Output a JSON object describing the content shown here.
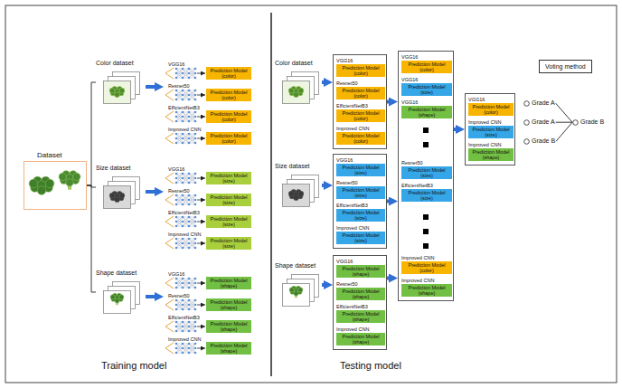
{
  "diagram": {
    "nodes": [
      {
        "text": [
          "Dataset"
        ]
      },
      {
        "text": [
          "Color dataset"
        ]
      },
      {
        "text": [
          "Prediction Model (color)"
        ]
      },
      {
        "text": [
          "Prediction Model (color)"
        ]
      },
      {
        "text": [
          "Prediction Model (color)"
        ]
      },
      {
        "text": [
          "Prediction Model (color)"
        ]
      },
      {
        "text": [
          "Size dataset"
        ]
      },
      {
        "text": [
          "Prediction Model (size)"
        ]
      },
      {
        "text": [
          "Prediction Model (size)"
        ]
      },
      {
        "text": [
          "Prediction Model (size)"
        ]
      },
      {
        "text": [
          "Prediction Model (size)"
        ]
      },
      {
        "text": [
          "Shape dataset"
        ]
      },
      {
        "text": [
          "Prediction Model (shape)"
        ]
      },
      {
        "text": [
          "Prediction Model (shape)"
        ]
      },
      {
        "text": [
          "Prediction Model (shape)"
        ]
      },
      {
        "text": [
          "Prediction Model (shape)"
        ]
      },
      {
        "text": [
          "Color dataset"
        ]
      },
      {
        "text": [
          "VGG16",
          "Resnet50",
          "EfficientNetB3",
          "Improved CNN"
        ]
      },
      {
        "text": [
          "Prediction Model (color)"
        ],
        "in": 17
      },
      {
        "text": [
          "Prediction Model (color)"
        ],
        "in": 17
      },
      {
        "text": [
          "Prediction Model (color)"
        ],
        "in": 17
      },
      {
        "text": [
          "Prediction Model (color)"
        ],
        "in": 17
      },
      {
        "text": [
          "Size dataset"
        ]
      },
      {
        "text": [
          "VGG16",
          "Resnet50",
          "EfficientNetB3",
          "Improved CNN"
        ]
      },
      {
        "text": [
          "Prediction Model (size)"
        ],
        "in": 23
      },
      {
        "text": [
          "Prediction Model (size)"
        ],
        "in": 23
      },
      {
        "text": [
          "Prediction Model (size)"
        ],
        "in": 23
      },
      {
        "text": [
          "Prediction Model (size)"
        ],
        "in": 23
      },
      {
        "text": [
          "Shape dataset"
        ]
      },
      {
        "text": [
          "VGG16",
          "Resnet50",
          "EfficientNetB3",
          "Improved CNN"
        ]
      },
      {
        "text": [
          "Prediction Model (shape)"
        ],
        "in": 29
      },
      {
        "text": [
          "Prediction Model (shape)"
        ],
        "in": 29
      },
      {
        "text": [
          "Prediction Model (shape)"
        ],
        "in": 29
      },
      {
        "text": [
          "Prediction Model (shape)"
        ],
        "in": 29
      },
      {
        "text": [
          "VGG16",
          "VGG16",
          "VGG16",
          "Resnet50",
          "EfficientNetB3",
          "Improved CNN",
          "Improved CNN"
        ]
      },
      {
        "text": [
          "Prediction Model (color)"
        ],
        "in": 34
      },
      {
        "text": [
          "Prediction Model (size)"
        ],
        "in": 34
      },
      {
        "text": [
          "Prediction Model (shape)"
        ],
        "in": 34
      },
      {
        "text": [
          "Prediction Model (size)"
        ],
        "in": 34
      },
      {
        "text": [
          "Prediction Model (size)"
        ],
        "in": 34
      },
      {
        "text": [
          "Prediction Model (color)"
        ],
        "in": 34
      },
      {
        "text": [
          "Prediction Model (shape)"
        ],
        "in": 34
      },
      {
        "text": [
          "VGG16",
          "Improved CNN",
          "Improved CNN"
        ]
      },
      {
        "text": [
          "Prediction Model (color)"
        ],
        "in": 42
      },
      {
        "text": [
          "Prediction Model (size)"
        ],
        "in": 42
      },
      {
        "text": [
          "Prediction Model (shape)"
        ],
        "in": 42
      },
      {
        "text": [
          "Voting method"
        ]
      },
      {
        "text": [
          "Grade A"
        ]
      },
      {
        "text": [
          "Grade A"
        ]
      },
      {
        "text": [
          "Grade B"
        ]
      },
      {
        "text": [
          "Grade B"
        ]
      }
    ],
    "edges": [
      {
        "from": 0,
        "to": 1,
        "arrow": "none"
      },
      {
        "from": 0,
        "to": 6,
        "arrow": "none"
      },
      {
        "from": 0,
        "to": 11,
        "arrow": "none"
      },
      {
        "from": 16,
        "to": 17,
        "arrow": "to"
      },
      {
        "from": 22,
        "to": 23,
        "arrow": "to"
      },
      {
        "from": 28,
        "to": 29,
        "arrow": "to"
      },
      {
        "from": 17,
        "to": 34,
        "arrow": "to"
      },
      {
        "from": 23,
        "to": 34,
        "arrow": "to"
      },
      {
        "from": 29,
        "to": 34,
        "arrow": "to"
      },
      {
        "from": 34,
        "to": 42,
        "arrow": "to"
      },
      {
        "from": 47,
        "to": 50,
        "arrow": "none"
      },
      {
        "from": 48,
        "to": 50,
        "arrow": "none"
      },
      {
        "from": 49,
        "to": 50,
        "arrow": "none"
      }
    ],
    "labels": [
      "VGG16",
      "Resnet50",
      "EfficientNetB3",
      "Improved CNN",
      "VGG16",
      "Resnet50",
      "EfficientNetB3",
      "Improved CNN",
      "VGG16",
      "Resnet50",
      "EfficientNetB3",
      "Improved CNN",
      "Training model",
      "Testing model"
    ]
  }
}
